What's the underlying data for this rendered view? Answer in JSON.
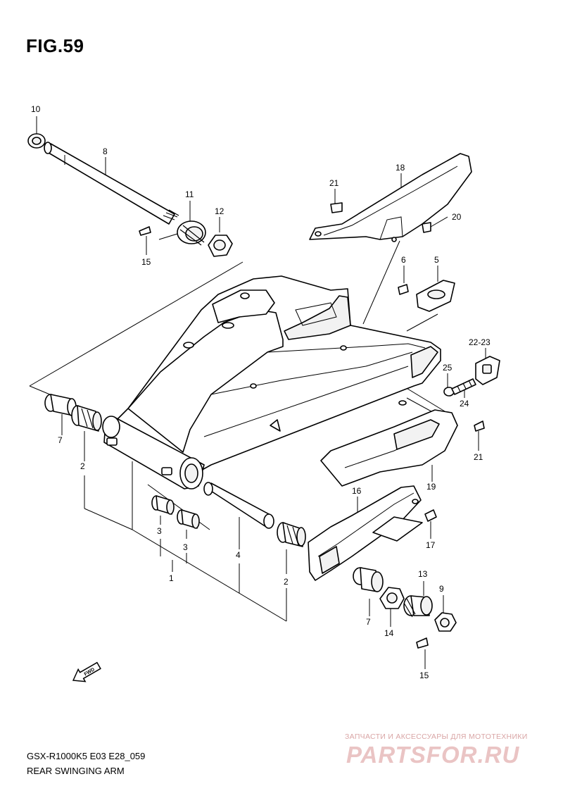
{
  "figure": {
    "title": "FIG.59"
  },
  "footer": {
    "model_code": "GSX-R1000K5 E03 E28_059",
    "diagram_name": "REAR SWINGING ARM"
  },
  "watermark": {
    "subtitle": "ЗАПЧАСТИ И АКСЕССУАРЫ ДЛЯ МОТОТЕХНИКИ",
    "logo": "PARTSFOR.RU"
  },
  "direction_marker": {
    "label": "FWD",
    "icon": "fwd-arrow-icon"
  },
  "callouts": {
    "c10": "10",
    "c8": "8",
    "c11": "11",
    "c12": "12",
    "c15a": "15",
    "c21a": "21",
    "c18": "18",
    "c20": "20",
    "c6": "6",
    "c5": "5",
    "c2223": "22-23",
    "c25": "25",
    "c24": "24",
    "c21b": "21",
    "c7a": "7",
    "c2a": "2",
    "c19": "19",
    "c16": "16",
    "c17": "17",
    "c3a": "3",
    "c3b": "3",
    "c4": "4",
    "c1": "1",
    "c2b": "2",
    "c13": "13",
    "c9": "9",
    "c7b": "7",
    "c14": "14",
    "c15b": "15"
  }
}
